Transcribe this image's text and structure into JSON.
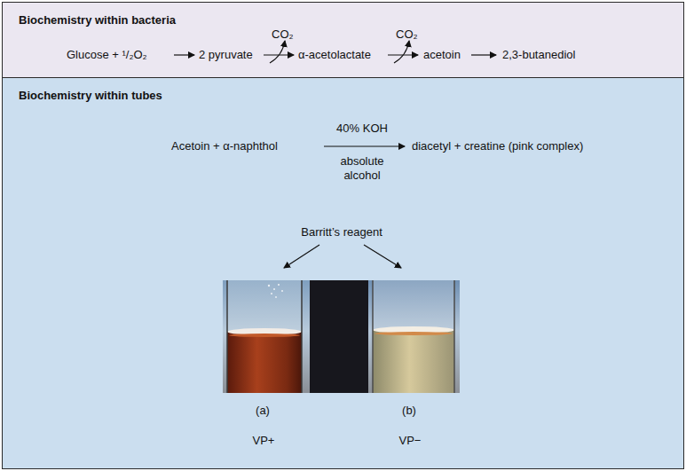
{
  "diagram": {
    "nodes": [
      {
        "text": [
          "Biochemistry within bacteria"
        ]
      },
      {
        "text": [
          "Biochemistry within tubes"
        ]
      }
    ],
    "labels": [
      "CO₂",
      "CO₂",
      "Glucose + ¹/₂O₂",
      "2 pyruvate",
      "α-acetolactate",
      "acetoin",
      "2,3-butanediol",
      "Acetoin + α-naphthol",
      "40% KOH",
      "absolute alcohol",
      "diacetyl + creatine (pink complex)",
      "Barritt’s reagent",
      "(a)",
      "(b)",
      "VP+",
      "VP−"
    ]
  }
}
